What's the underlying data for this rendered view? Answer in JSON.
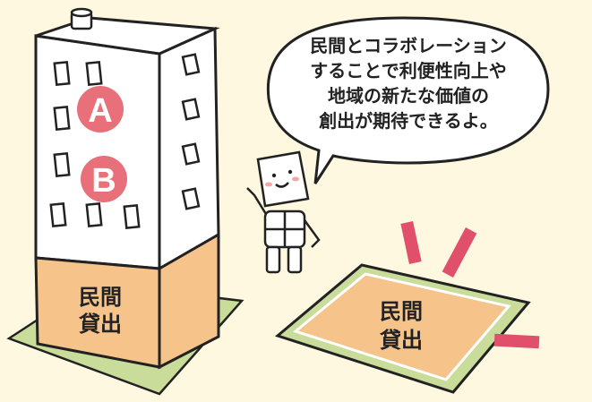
{
  "speech_bubble": {
    "lines": [
      "民間とコラボレーション",
      "することで利便性向上や",
      "地域の新たな価値の",
      "創出が期待できるよ。"
    ]
  },
  "building": {
    "badges": [
      "A",
      "B"
    ],
    "lease_label_lines": [
      "民間",
      "貸出"
    ]
  },
  "lot": {
    "lease_label_lines": [
      "民間",
      "貸出"
    ]
  },
  "colors": {
    "background": "#fff8e1",
    "badge": "#e8707a",
    "lease_fill": "#f6c48a",
    "ground_green": "#c9dc9a",
    "accent_rays": "#e0506a",
    "outline": "#222222"
  }
}
